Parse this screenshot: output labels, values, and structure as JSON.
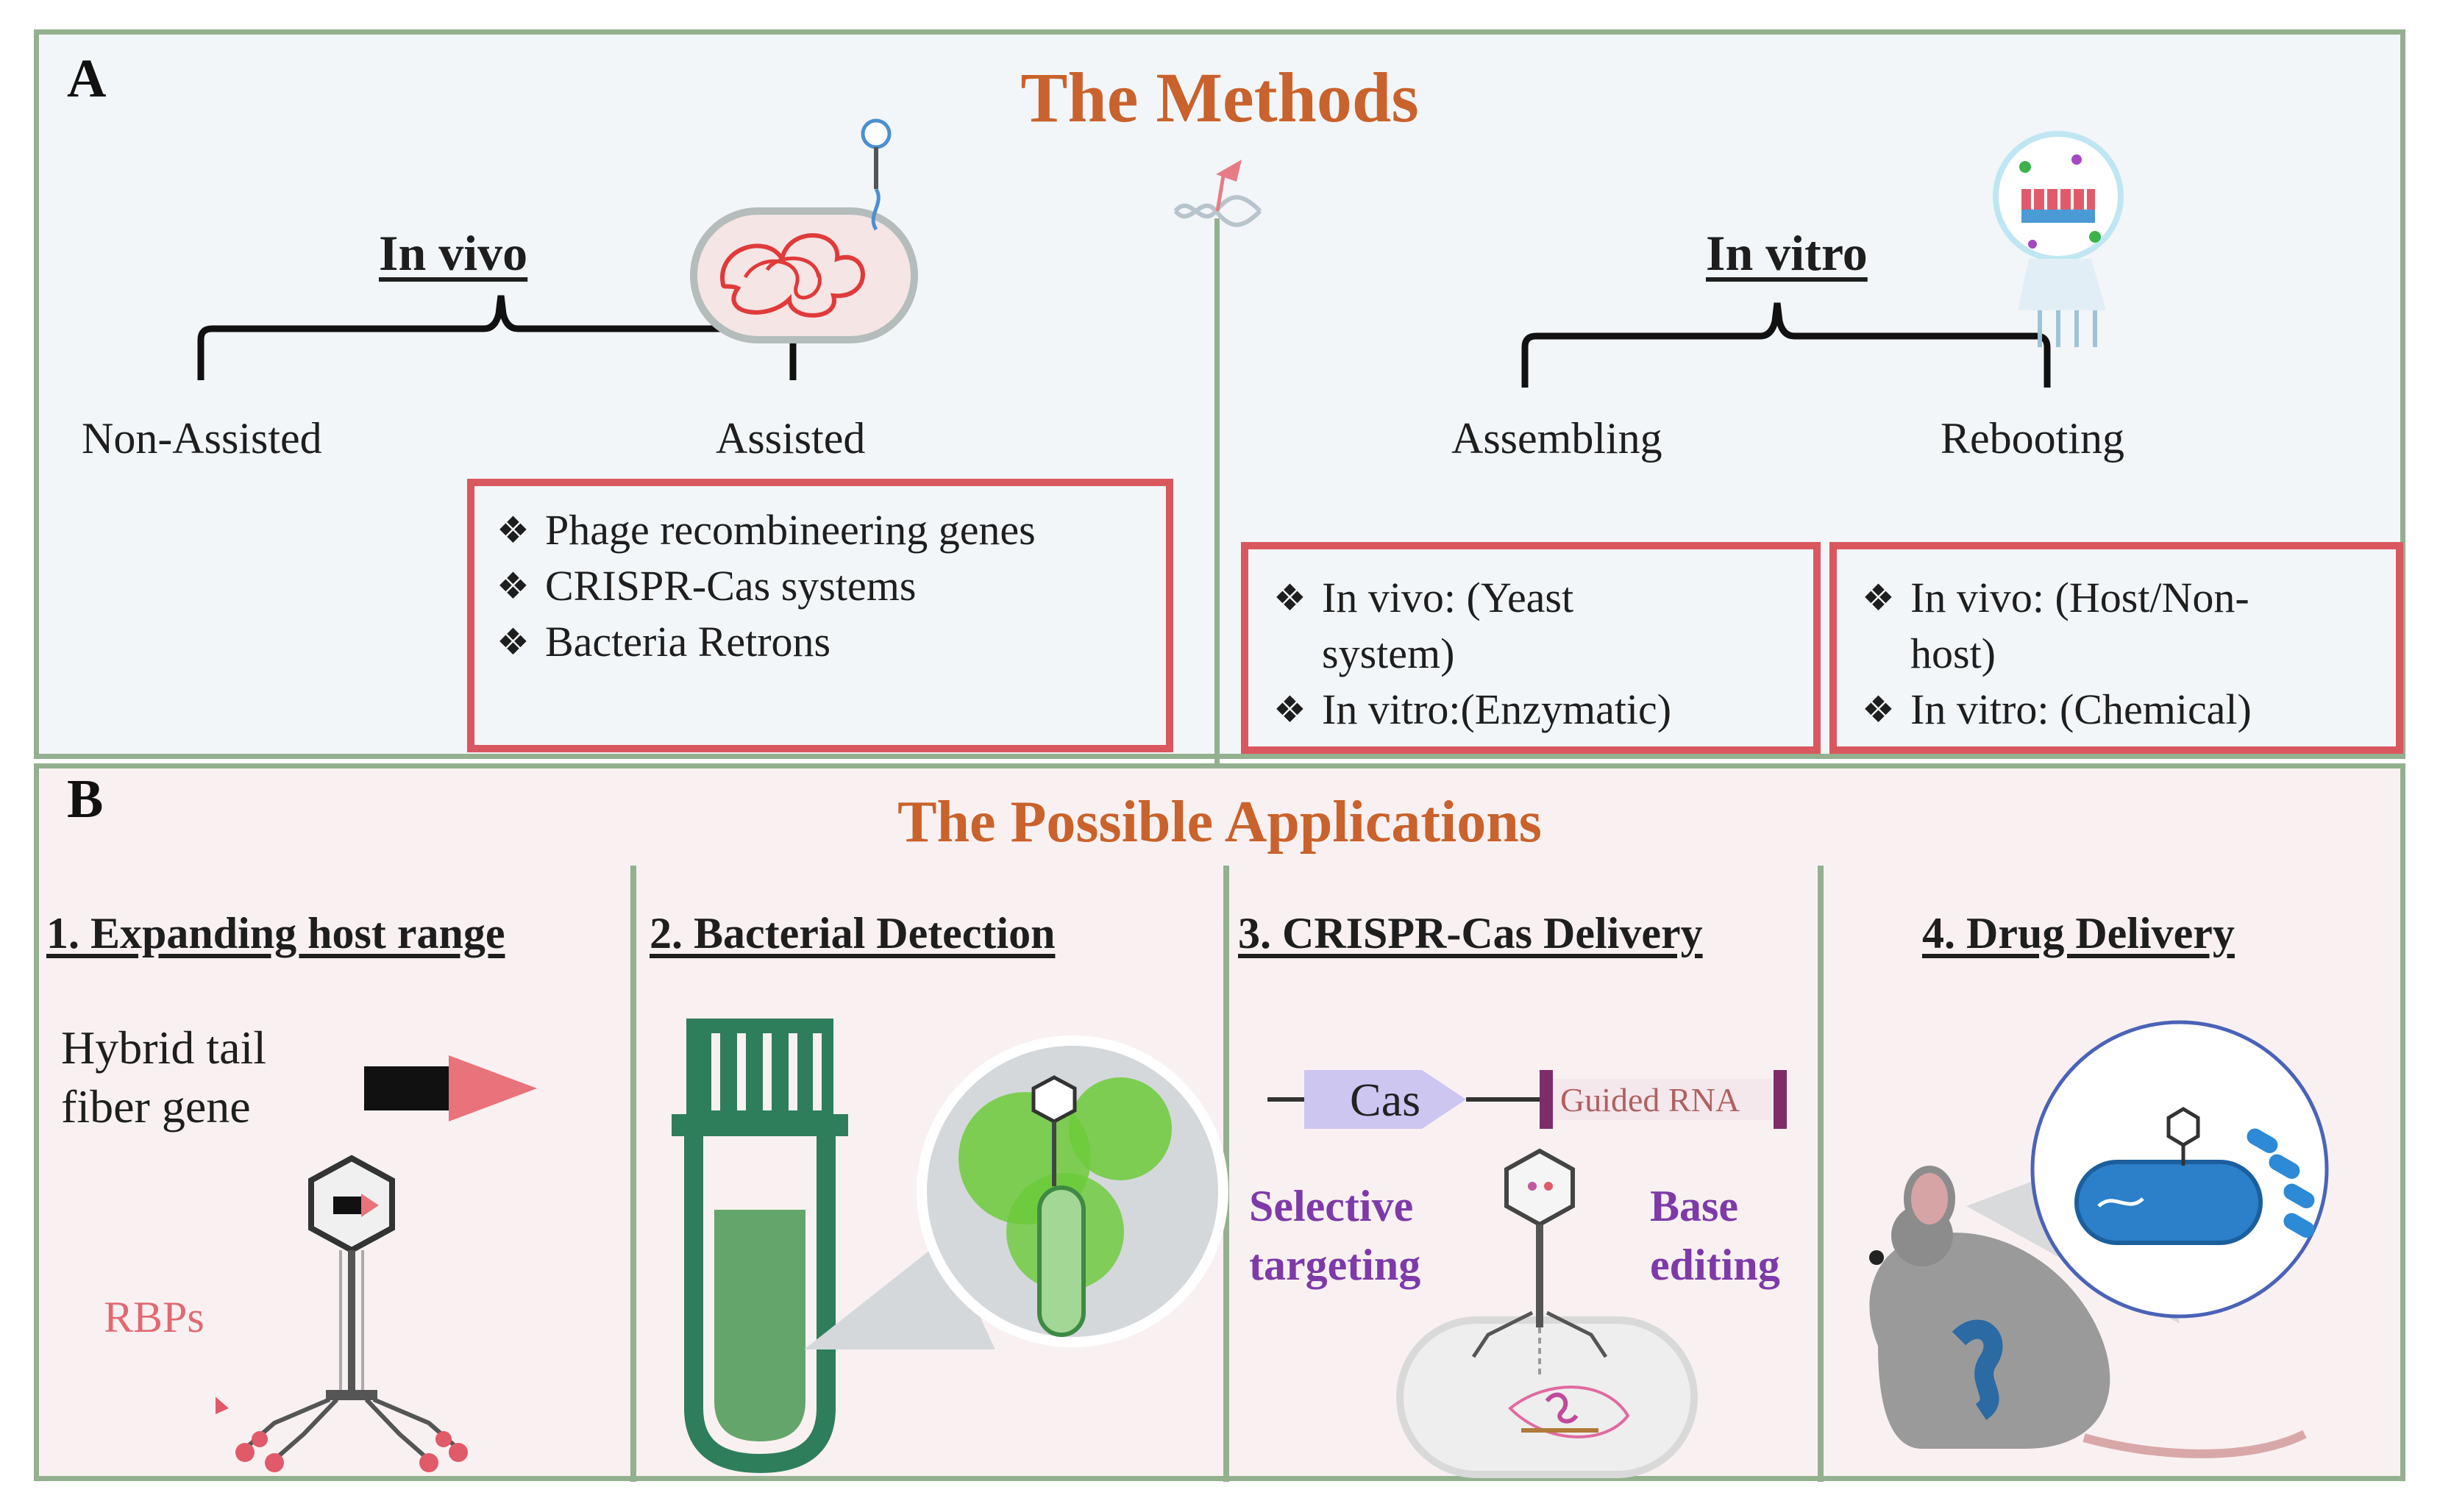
{
  "panel_a": {
    "letter": "A",
    "title": "The Methods",
    "in_vivo": {
      "heading": "In vivo",
      "left_branch": "Non-Assisted",
      "right_branch": "Assisted",
      "assisted_items": [
        "Phage recombineering genes",
        "CRISPR-Cas systems",
        "Bacteria Retrons"
      ]
    },
    "in_vitro": {
      "heading": "In vitro",
      "left_branch": "Assembling",
      "right_branch": "Rebooting",
      "assembling_items": [
        "In vivo: (Yeast system)",
        "In vitro:(Enzymatic)"
      ],
      "rebooting_items": [
        "In vivo: (Host/Non-host)",
        "In vitro: (Chemical)"
      ]
    }
  },
  "panel_b": {
    "letter": "B",
    "title": "The Possible Applications",
    "apps": [
      {
        "title": "1. Expanding host range",
        "hybrid_label": [
          "Hybrid tail",
          "fiber gene"
        ],
        "rbps_label": "RBPs"
      },
      {
        "title": "2. Bacterial Detection"
      },
      {
        "title": "3. CRISPR-Cas Delivery",
        "cas_label": "Cas",
        "guide_label": "Guided RNA",
        "left_label": [
          "Selective",
          "targeting"
        ],
        "right_label": [
          "Base",
          "editing"
        ]
      },
      {
        "title": "4. Drug Delivery"
      }
    ]
  },
  "colors": {
    "title_orange": "#c9622c",
    "box_red": "#d9575e",
    "frame_green": "#93b08f",
    "purple_text": "#7d3aa8",
    "pink_text": "#e06a72"
  },
  "icons": [
    "bacterial-cell-icon",
    "phage-icon",
    "dna-icon",
    "cell-free-system-icon",
    "test-tube-icon",
    "magnifier-icon",
    "mouse-icon",
    "gene-arrow-icon"
  ]
}
